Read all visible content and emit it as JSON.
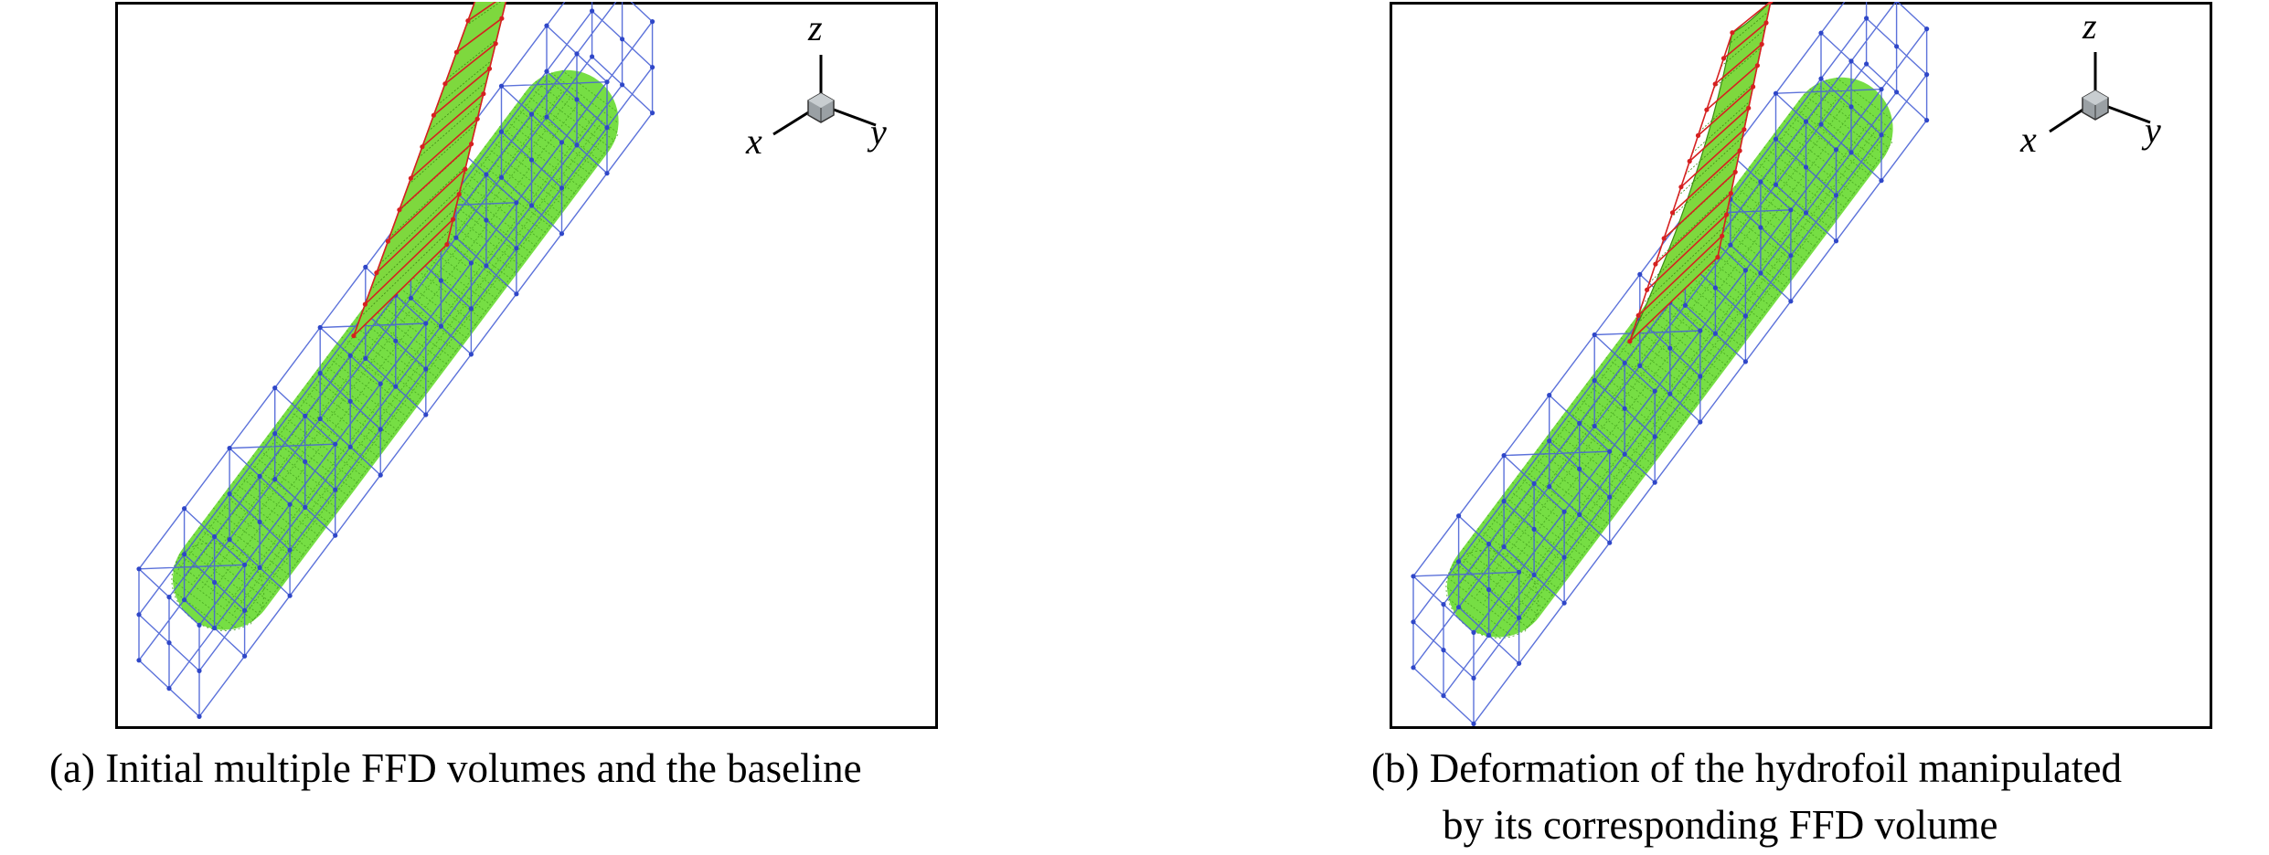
{
  "panels": [
    {
      "id": "a",
      "caption_lines": [
        "(a) Initial multiple FFD volumes and the baseline"
      ],
      "axes": {
        "x": "x",
        "y": "y",
        "z": "z"
      },
      "foil": "baseline"
    },
    {
      "id": "b",
      "caption_lines": [
        "(b) Deformation of the hydrofoil manipulated",
        "by its corresponding FFD volume"
      ],
      "axes": {
        "x": "x",
        "y": "y",
        "z": "z"
      },
      "foil": "deformed"
    }
  ],
  "colors": {
    "frame": "#000000",
    "ffd_lattice": "#4a63d6",
    "ffd_nodes": "#2f47c8",
    "body_fill": "#6fdc3a",
    "body_mesh": "#3e9c18",
    "foil_fill": "#7ed83e",
    "foil_points": "#d62020",
    "axis_cube": "#9aa0a4"
  }
}
